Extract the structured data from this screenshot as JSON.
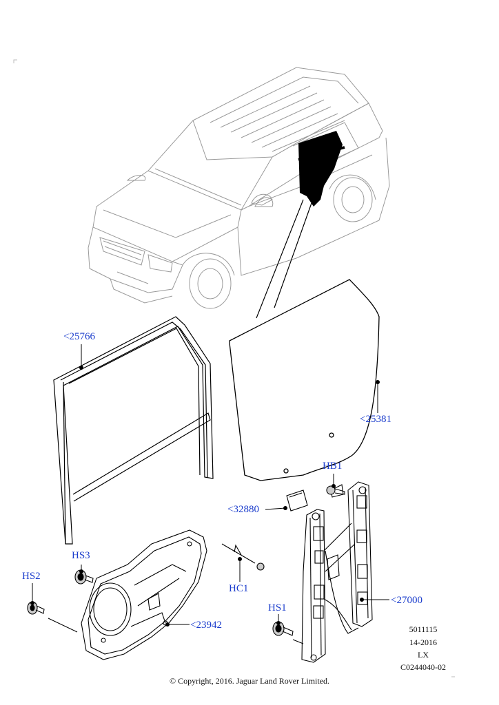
{
  "callouts": {
    "frame": "<25766",
    "glass": "<25381",
    "pad": "<32880",
    "hb1": "HB1",
    "regulator": "<27000",
    "hs3": "HS3",
    "hs2": "HS2",
    "hc1": "HC1",
    "hs1": "HS1",
    "panel": "<23942"
  },
  "meta": {
    "line1": "5011115",
    "line2": "14-2016",
    "line3": "LX",
    "line4": "C0244040-02"
  },
  "copyright": "© Copyright, 2016. Jaguar Land Rover Limited.",
  "colors": {
    "callout": "#1a3ccc",
    "line": "#000000",
    "sketch": "#9a9a9a"
  }
}
